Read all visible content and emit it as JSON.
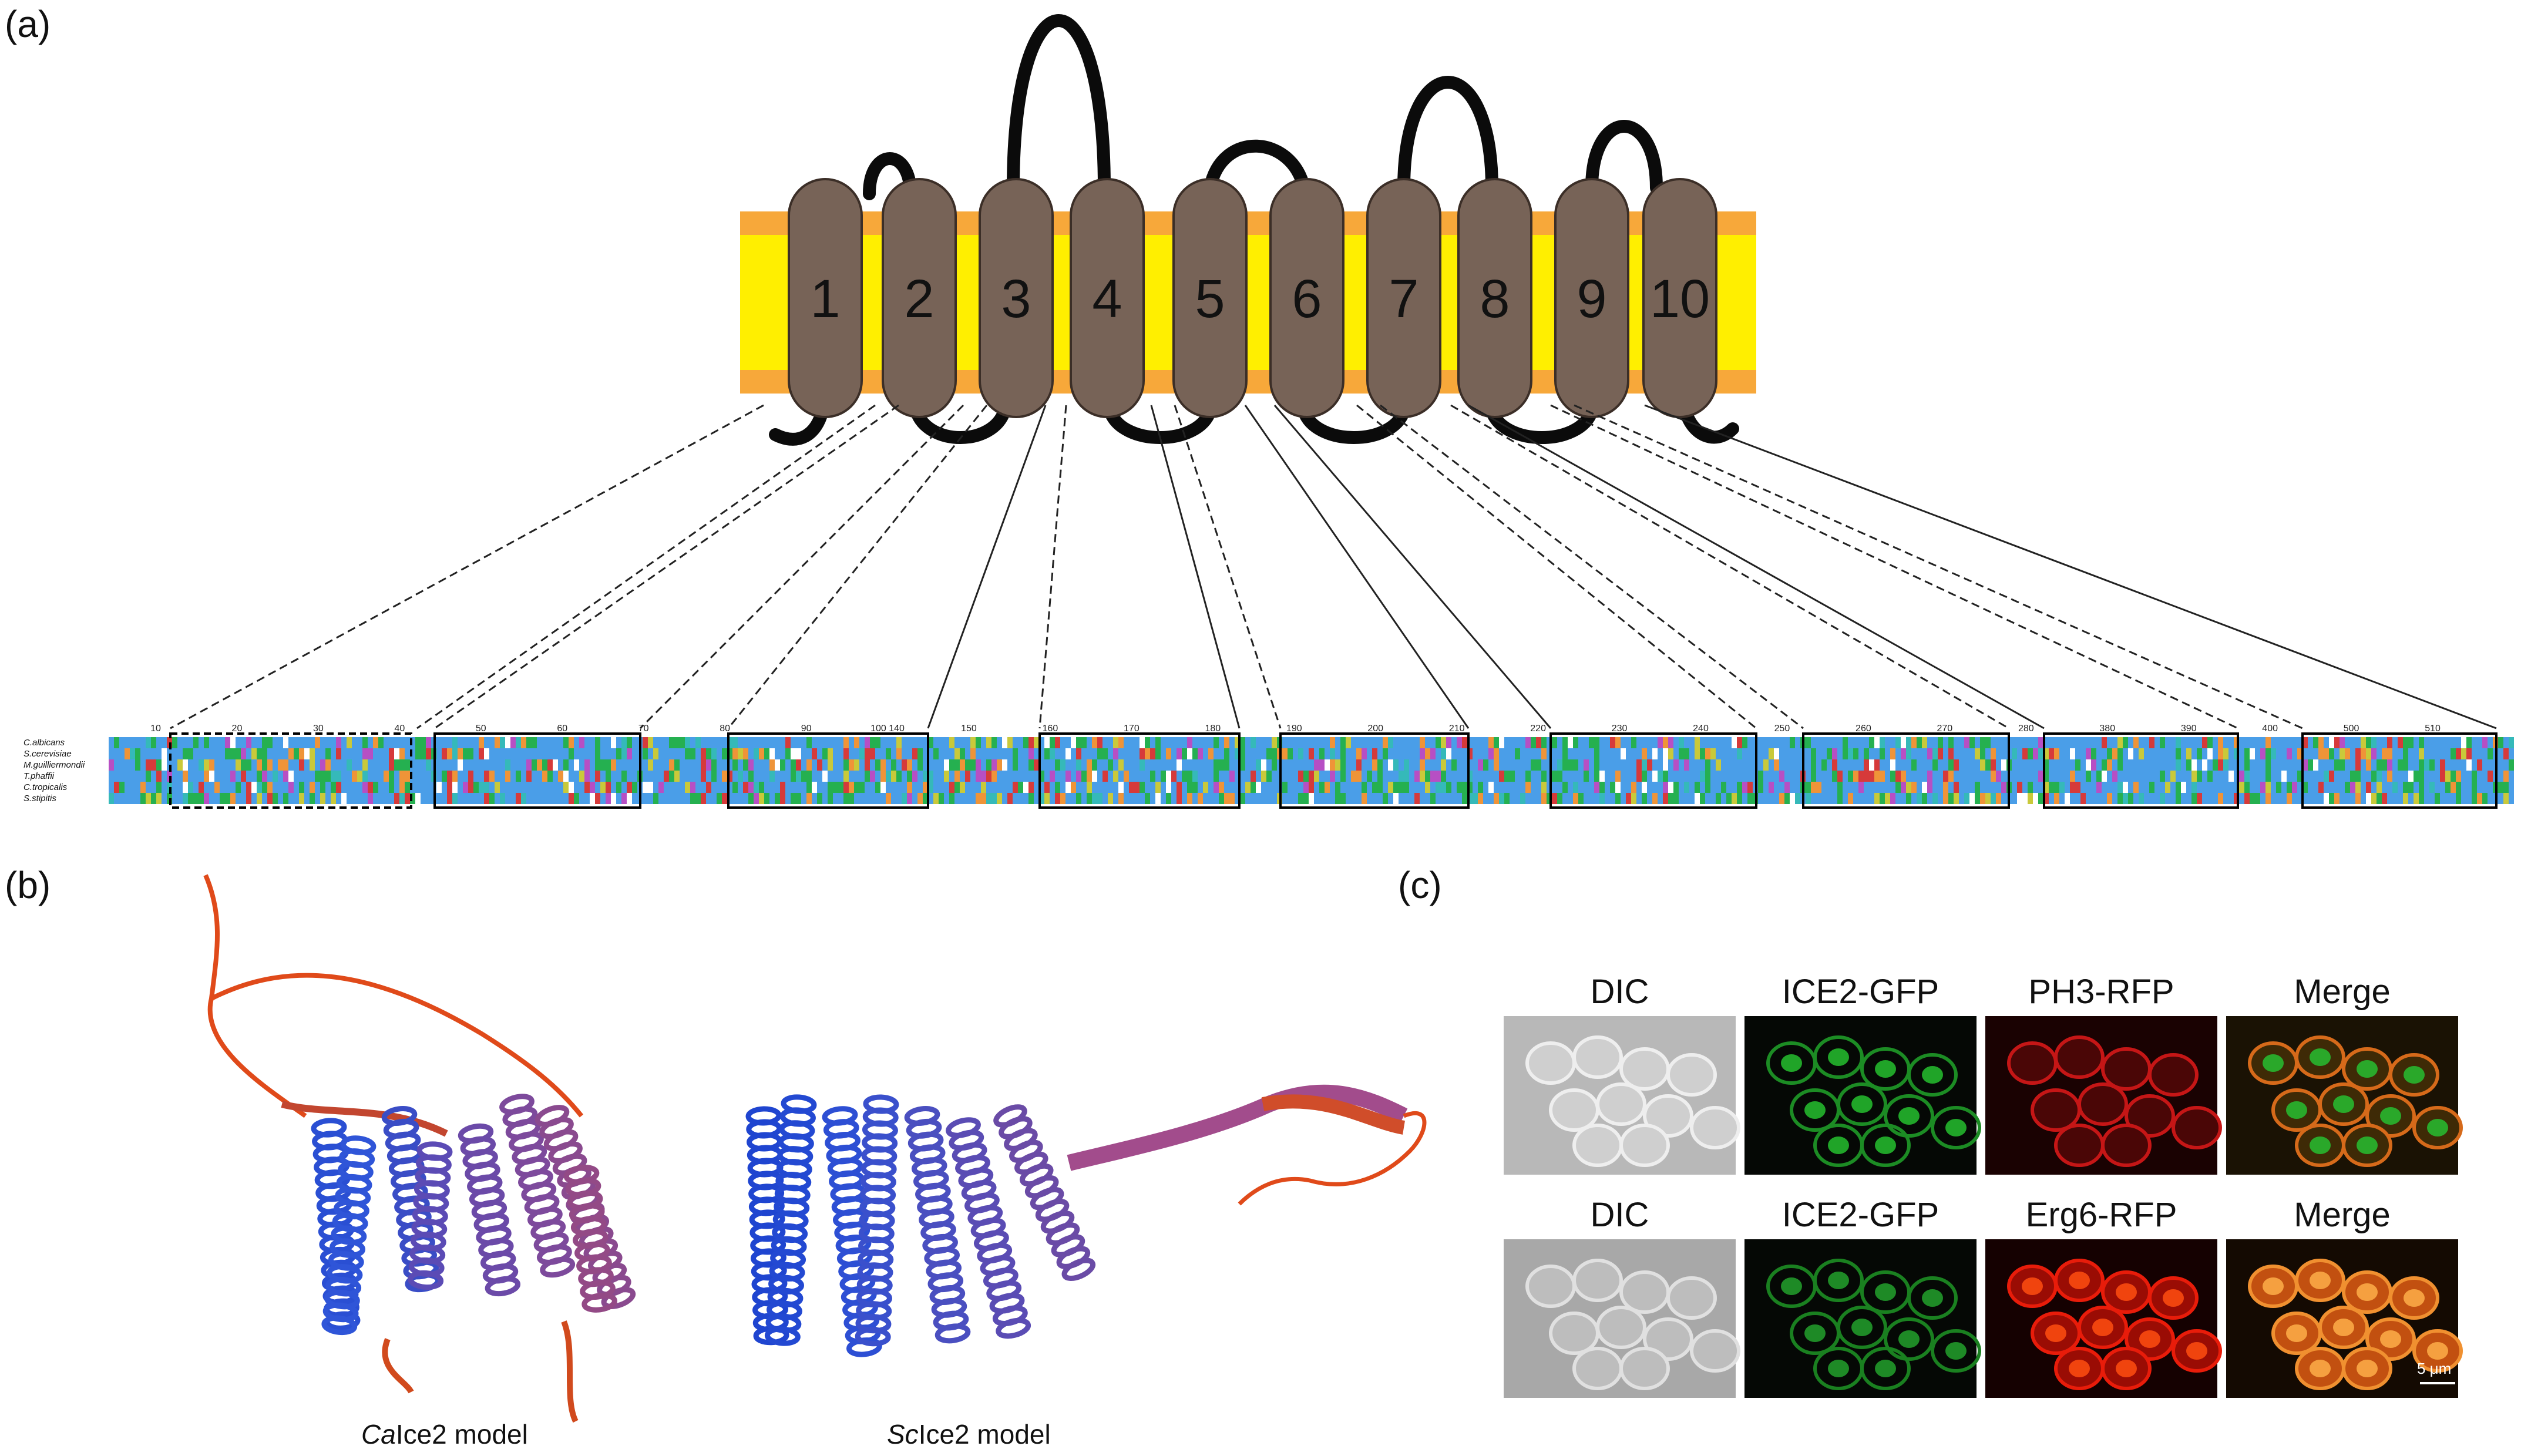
{
  "panels": {
    "a": "(a)",
    "b": "(b)",
    "c": "(c)"
  },
  "topology": {
    "helix_labels": [
      "1",
      "2",
      "3",
      "4",
      "5",
      "6",
      "7",
      "8",
      "9",
      "10"
    ],
    "colors": {
      "membrane": "#ffef00",
      "membrane_edge": "#f7a83a",
      "helix_fill": "#776357",
      "helix_stroke": "#3b2e27",
      "loop": "#0b0b0b"
    }
  },
  "alignment": {
    "species": [
      "C.albicans",
      "S.cerevisiae",
      "M.guilliermondii",
      "T.phaffii",
      "C.tropicalis",
      "S.stipitis"
    ],
    "ruler_ticks": [
      "10",
      "20",
      "30",
      "40",
      "50",
      "60",
      "70",
      "80",
      "90",
      "100 140",
      "150",
      "160",
      "170",
      "180",
      "190",
      "200",
      "210",
      "220",
      "230",
      "240",
      "250",
      "260",
      "270",
      "280",
      "380",
      "390",
      "400",
      "500",
      "510"
    ],
    "colors": {
      "hydrophobic": "#4a9ee8",
      "polar": "#25b050",
      "acidic": "#d63a3a",
      "glycine": "#ef9438",
      "proline": "#c9c93a",
      "aromatic": "#35b9b9",
      "basic": "#e04848",
      "misc": "#b74fc4"
    }
  },
  "models": {
    "ca_caption_italic": "Ca",
    "ca_caption_rest": "Ice2 model",
    "sc_caption_italic": "Sc",
    "sc_caption_rest": "Ice2 model"
  },
  "microscopy": {
    "row1": [
      "DIC",
      "ICE2-GFP",
      "PH3-RFP",
      "Merge"
    ],
    "row2": [
      "DIC",
      "ICE2-GFP",
      "Erg6-RFP",
      "Merge"
    ],
    "scale_bar": "5 μm"
  }
}
